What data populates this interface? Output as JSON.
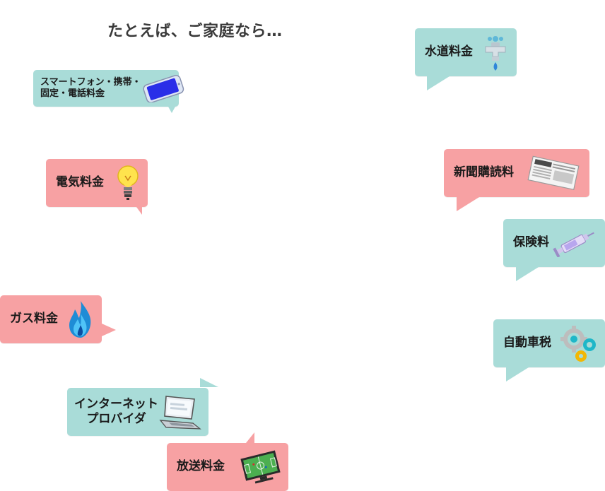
{
  "title": "たとえば、ご家庭なら…",
  "bubbles": {
    "smartphone": {
      "line1": "スマートフォン・携帯・",
      "line2": "固定・電話料金"
    },
    "water": {
      "label": "水道料金"
    },
    "electric": {
      "label": "電気料金"
    },
    "newspaper": {
      "label": "新聞購読料"
    },
    "insurance": {
      "label": "保険料"
    },
    "gas": {
      "label": "ガス料金"
    },
    "car_tax": {
      "label": "自動車税"
    },
    "internet": {
      "line1": "インターネット",
      "line2": "プロバイダ"
    },
    "broadcast": {
      "label": "放送料金"
    }
  },
  "colors": {
    "teal": "#a9dcd8",
    "pink": "#f7a1a3"
  }
}
